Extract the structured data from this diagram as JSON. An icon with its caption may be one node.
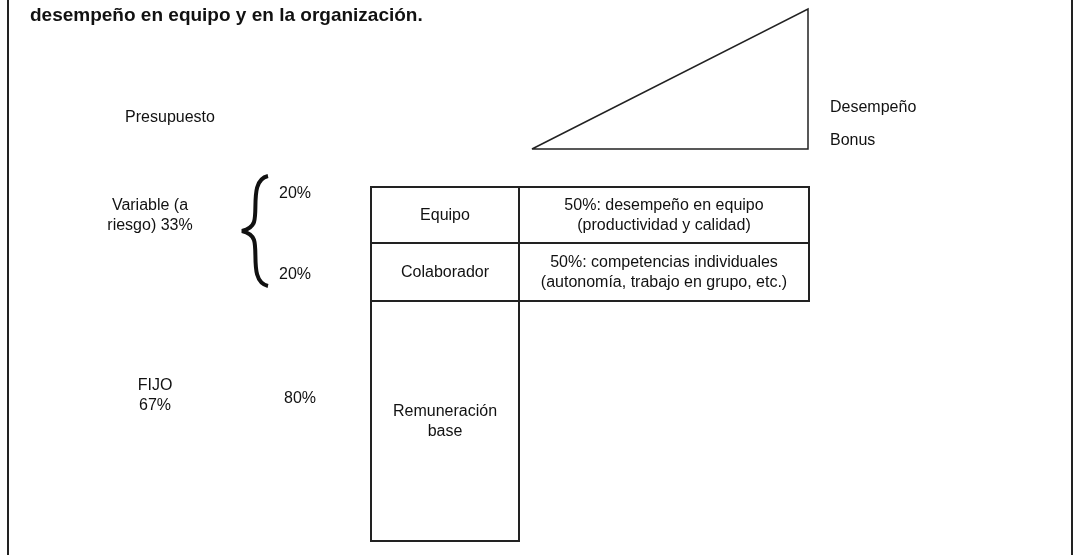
{
  "diagram": {
    "title": "desempeño en equipo y en la organización.",
    "nodes": [
      {
        "text": [
          "Equipo"
        ]
      },
      {
        "text": [
          "Colaborador"
        ]
      },
      {
        "text": [
          "Remuneración base"
        ]
      },
      {
        "text": [
          "50%: desempeño en equipo (productividad y calidad)"
        ]
      },
      {
        "text": [
          "50%: competencias individuales (autonomía, trabajo en grupo, etc.)"
        ]
      }
    ],
    "labels": [
      "Desempeño",
      "Presupuesto",
      "Bonus",
      "20%",
      "Variable (a riesgo) 33%",
      "20%",
      "FIJO 67%",
      "80%"
    ]
  }
}
